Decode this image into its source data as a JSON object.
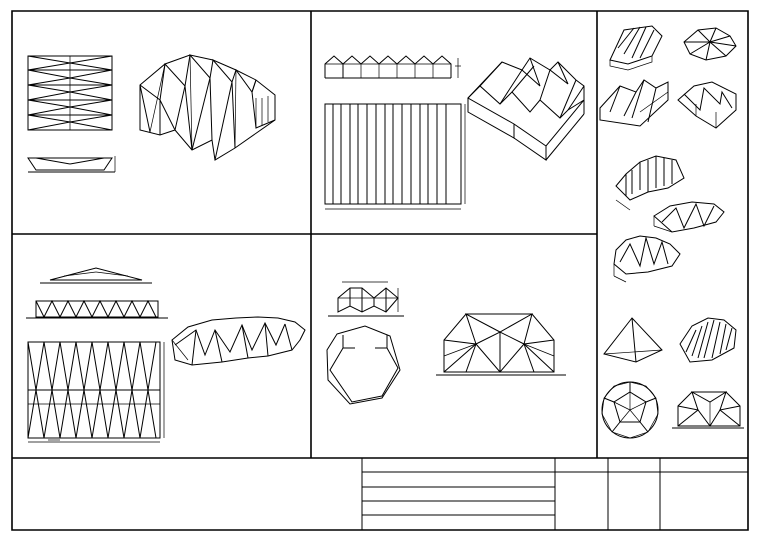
{
  "sheet": {
    "description_visible_text": "",
    "colors": {
      "line": "#000000",
      "paper": "#ffffff"
    }
  },
  "panels": [
    {
      "id": "panel-top-left",
      "content": "zigzag-folded-vault"
    },
    {
      "id": "panel-top-middle",
      "content": "sawtooth-folded-plate"
    },
    {
      "id": "panel-bottom-left",
      "content": "folded-barrel-vault"
    },
    {
      "id": "panel-bottom-middle",
      "content": "polygonal-folded-dome"
    },
    {
      "id": "panel-right-column",
      "content": "thumbnail-gallery"
    }
  ],
  "title_block": {
    "rows": 5,
    "text": ""
  }
}
